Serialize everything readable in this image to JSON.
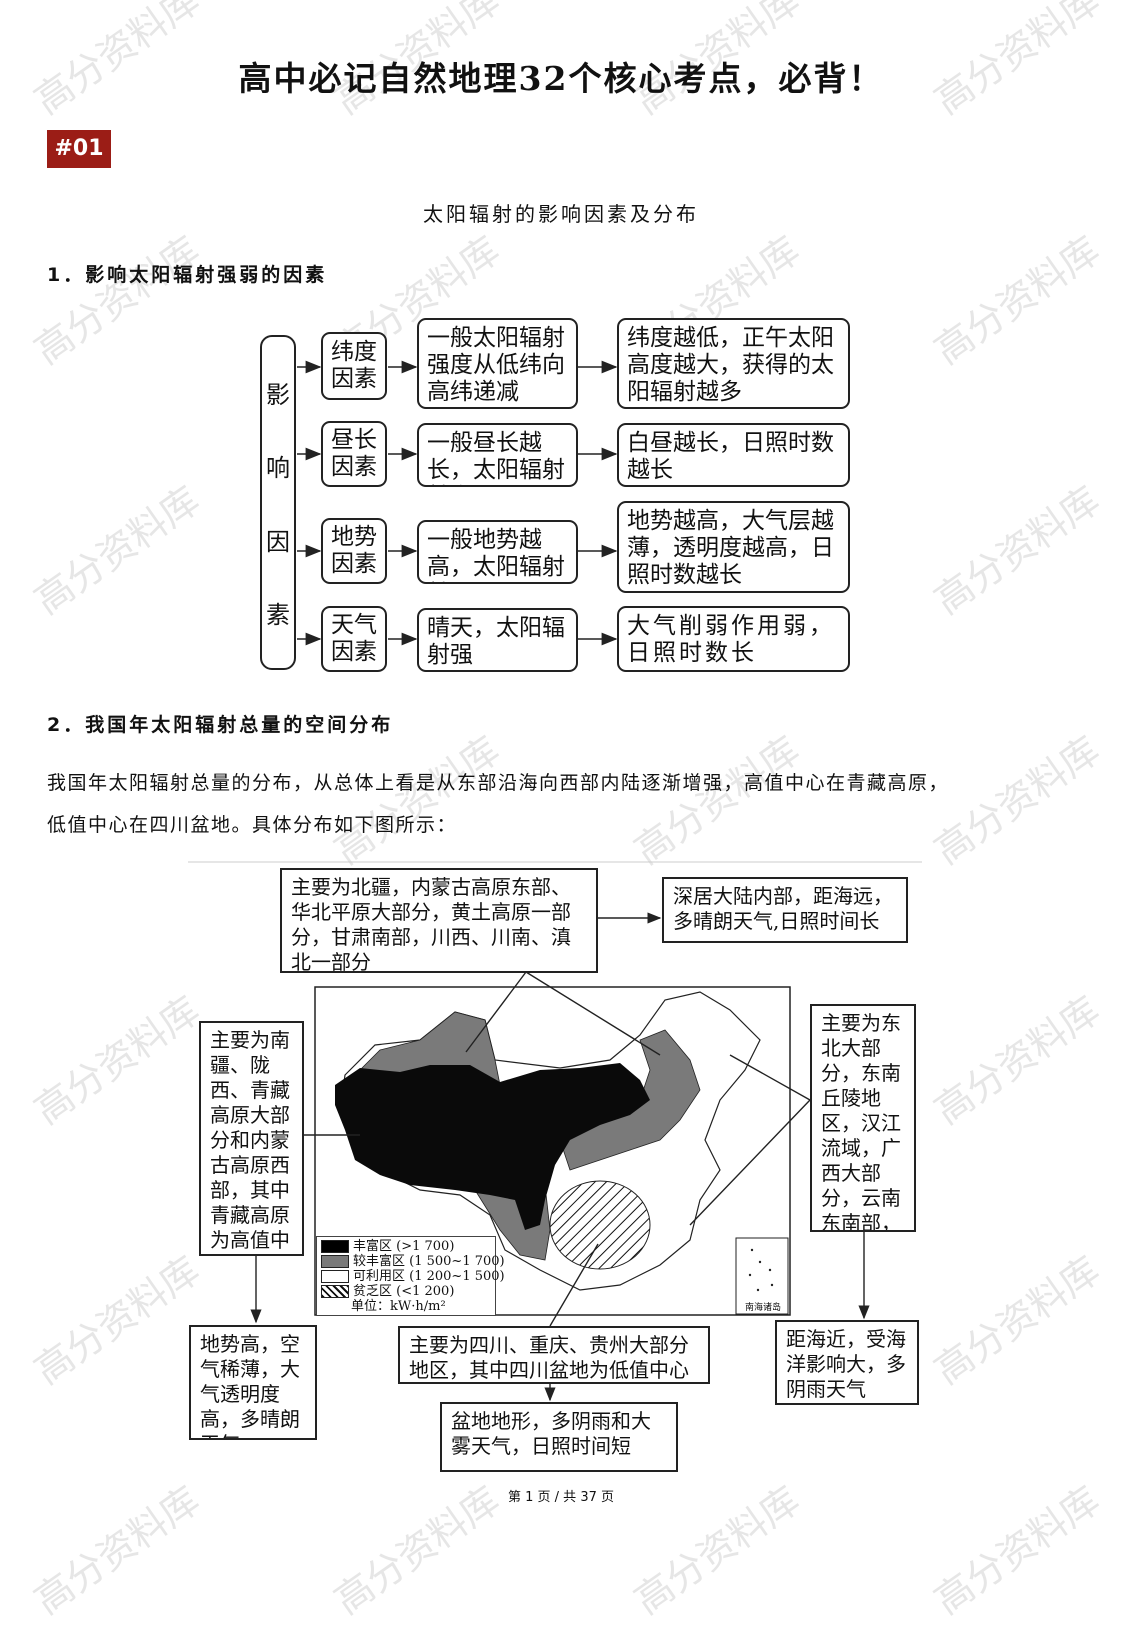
{
  "watermark": "高分资料库",
  "title": "高中必记自然地理32个核心考点，必背！",
  "badge": "#01",
  "section_title": "太阳辐射的影响因素及分布",
  "h2_1": "1．影响太阳辐射强弱的因素",
  "h2_2": "2．我国年太阳辐射总量的空间分布",
  "paragraph_1": "我国年太阳辐射总量的分布，从总体上看是从东部沿海向西部内陆逐渐增强，高值中心在青藏高原，",
  "paragraph_2": "低值中心在四川盆地。具体分布如下图所示：",
  "flowchart": {
    "root_chars": [
      "影",
      "响",
      "因",
      "素"
    ],
    "rows": [
      {
        "factor": "纬度因素",
        "mid": "一般太阳辐射强度从低纬向高纬递减",
        "result": "纬度越低，正午太阳高度越大，获得的太阳辐射越多"
      },
      {
        "factor": "昼长因素",
        "mid": "一般昼长越长，太阳辐射越多",
        "result": "白昼越长，日照时数越长"
      },
      {
        "factor": "地势因素",
        "mid": "一般地势越高，太阳辐射越强",
        "result": "地势越高，大气层越薄，透明度越高，日照时数越长"
      },
      {
        "factor": "天气因素",
        "mid": "晴天，太阳辐射强",
        "result": "大气削弱作用弱，日照时数长"
      }
    ]
  },
  "map_diagram": {
    "top_region": "主要为北疆，内蒙古高原东部、华北平原大部分，黄土高原一部分，甘肃南部，川西、川南、滇北一部分",
    "top_reason": "深居大陆内部，距海远，多晴朗天气,日照时间长",
    "left_region": "主要为南疆、陇西、青藏高原大部分和内蒙古高原西部，其中青藏高原为高值中心",
    "left_reason": "地势高，空气稀薄，大气透明度高，多晴朗天气",
    "right_region": "主要为东北大部分，东南丘陵地区，汉江流域，广西大部分，云南东南部，湖南东部",
    "right_reason": "距海近，受海洋影响大，多阴雨天气",
    "bottom_region": "主要为四川、重庆、贵州大部分地区，其中四川盆地为低值中心",
    "bottom_reason": "盆地地形，多阴雨和大雾天气，日照时间短",
    "inset_label": "南海诸岛",
    "legend": [
      {
        "label": "丰富区 (>1 700)",
        "fill": "#000000"
      },
      {
        "label": "较丰富区 (1 500~1 700)",
        "fill": "#7a7a7a"
      },
      {
        "label": "可利用区 (1 200~1 500)",
        "fill": "#ffffff"
      },
      {
        "label": "贫乏区 (<1 200)",
        "fill": "hatch"
      }
    ],
    "legend_unit": "单位：kW·h/m²"
  },
  "footer": "第 1 页 / 共 37 页"
}
